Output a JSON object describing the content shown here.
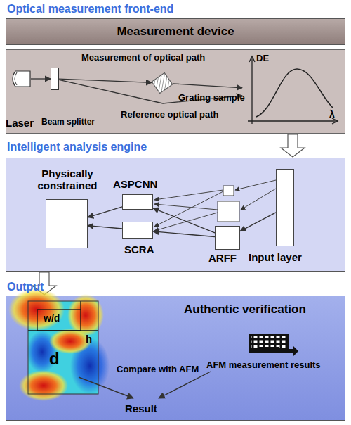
{
  "diagram": {
    "nodes": [
      {
        "text": [
          "Measurement device"
        ]
      },
      {
        "text": [
          "Laser"
        ]
      },
      {
        "text": [
          "Beam splitter"
        ]
      },
      {
        "text": [
          "Grating sample"
        ]
      },
      {
        "text": [
          "DE",
          "λ"
        ]
      },
      {
        "text": [
          "Input layer"
        ]
      },
      {
        "text": [
          "ARFF"
        ]
      },
      {
        "text": [
          "ASPCNN"
        ]
      },
      {
        "text": [
          "SCRA"
        ]
      },
      {
        "text": [
          "Physically constrained"
        ]
      },
      {
        "text": [
          "AFM measurement results"
        ]
      }
    ],
    "edges": [
      {
        "from": 1,
        "to": 2,
        "arrow": "to"
      },
      {
        "from": 2,
        "to": 3,
        "arrow": "to"
      },
      {
        "from": 3,
        "to": 4,
        "arrow": "to"
      },
      {
        "from": 2,
        "to": 4,
        "arrow": "to"
      },
      {
        "from": 5,
        "to": 6,
        "arrow": "to"
      },
      {
        "from": 6,
        "to": 7,
        "arrow": "to"
      },
      {
        "from": 6,
        "to": 8,
        "arrow": "to"
      },
      {
        "from": 7,
        "to": 9,
        "arrow": "to"
      },
      {
        "from": 8,
        "to": 9,
        "arrow": "to"
      }
    ],
    "labels": [
      "Optical measurement front-end",
      "Measurement of optical path",
      "Reference optical path",
      "Intelligent analysis engine",
      "Output",
      "w/d",
      "h",
      "d",
      "Authentic verification",
      "Compare with AFM",
      "Result"
    ]
  }
}
